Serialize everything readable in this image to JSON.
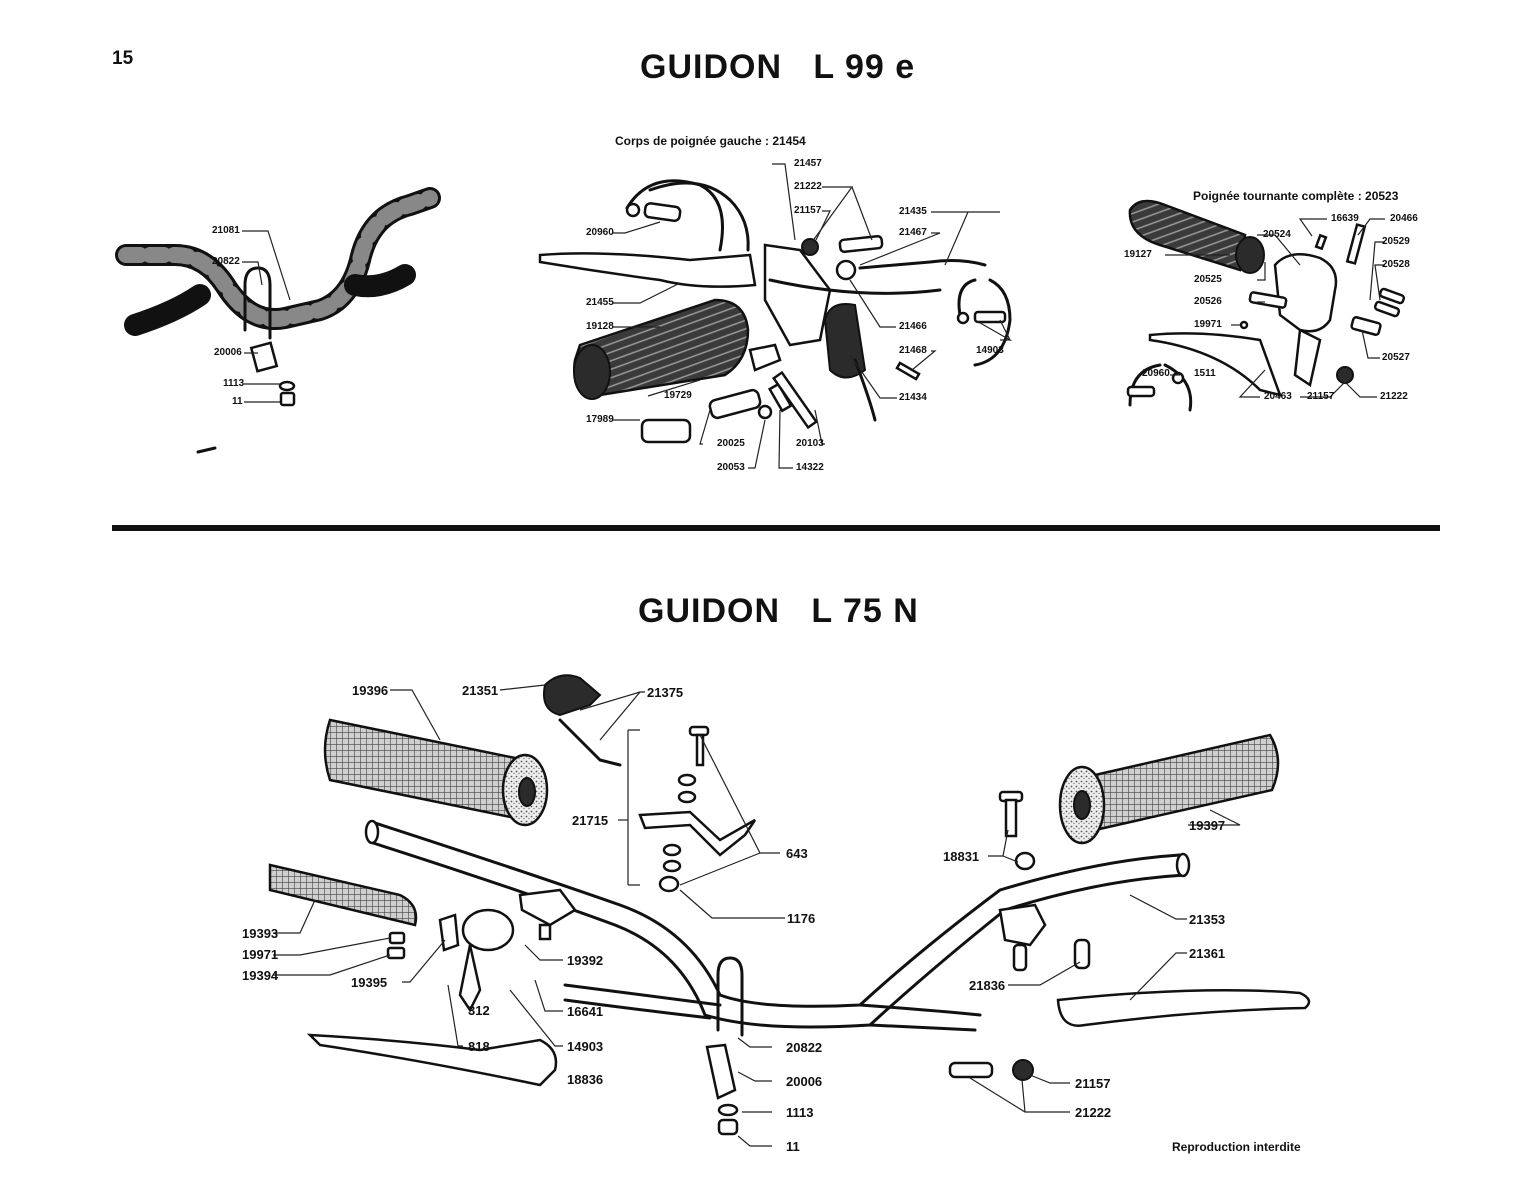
{
  "page": {
    "number": "15",
    "footer": "Reproduction interdite"
  },
  "sections": [
    {
      "title": "GUIDON   L 99 e",
      "groups": [
        {
          "name": "handlebar",
          "callouts": [
            "21081",
            "20822",
            "20006",
            "1113",
            "11"
          ]
        },
        {
          "name": "left-grip-body",
          "subtitle": "Corps de poignée gauche : 21454",
          "callouts": [
            "20960",
            "21455",
            "19128",
            "19729",
            "17989",
            "20025",
            "20053",
            "14322",
            "20103",
            "21457",
            "21222",
            "21157",
            "21435",
            "21467",
            "21466",
            "21468",
            "21434",
            "14903"
          ]
        },
        {
          "name": "twist-grip",
          "subtitle": "Poignée tournante complète : 20523",
          "callouts": [
            "19127",
            "20524",
            "16639",
            "20466",
            "20529",
            "20528",
            "20525",
            "20526",
            "19971",
            "20527",
            "20960",
            "1511",
            "20463",
            "21157",
            "21222"
          ]
        }
      ]
    },
    {
      "title": "GUIDON   L 75 N",
      "callouts": [
        "19396",
        "21351",
        "21375",
        "21715",
        "643",
        "1176",
        "18831",
        "19397",
        "21353",
        "19393",
        "19971",
        "19394",
        "19392",
        "19395",
        "312",
        "16641",
        "818",
        "14903",
        "18836",
        "20822",
        "20006",
        "1113",
        "11",
        "21836",
        "21361",
        "21157",
        "21222"
      ]
    }
  ]
}
